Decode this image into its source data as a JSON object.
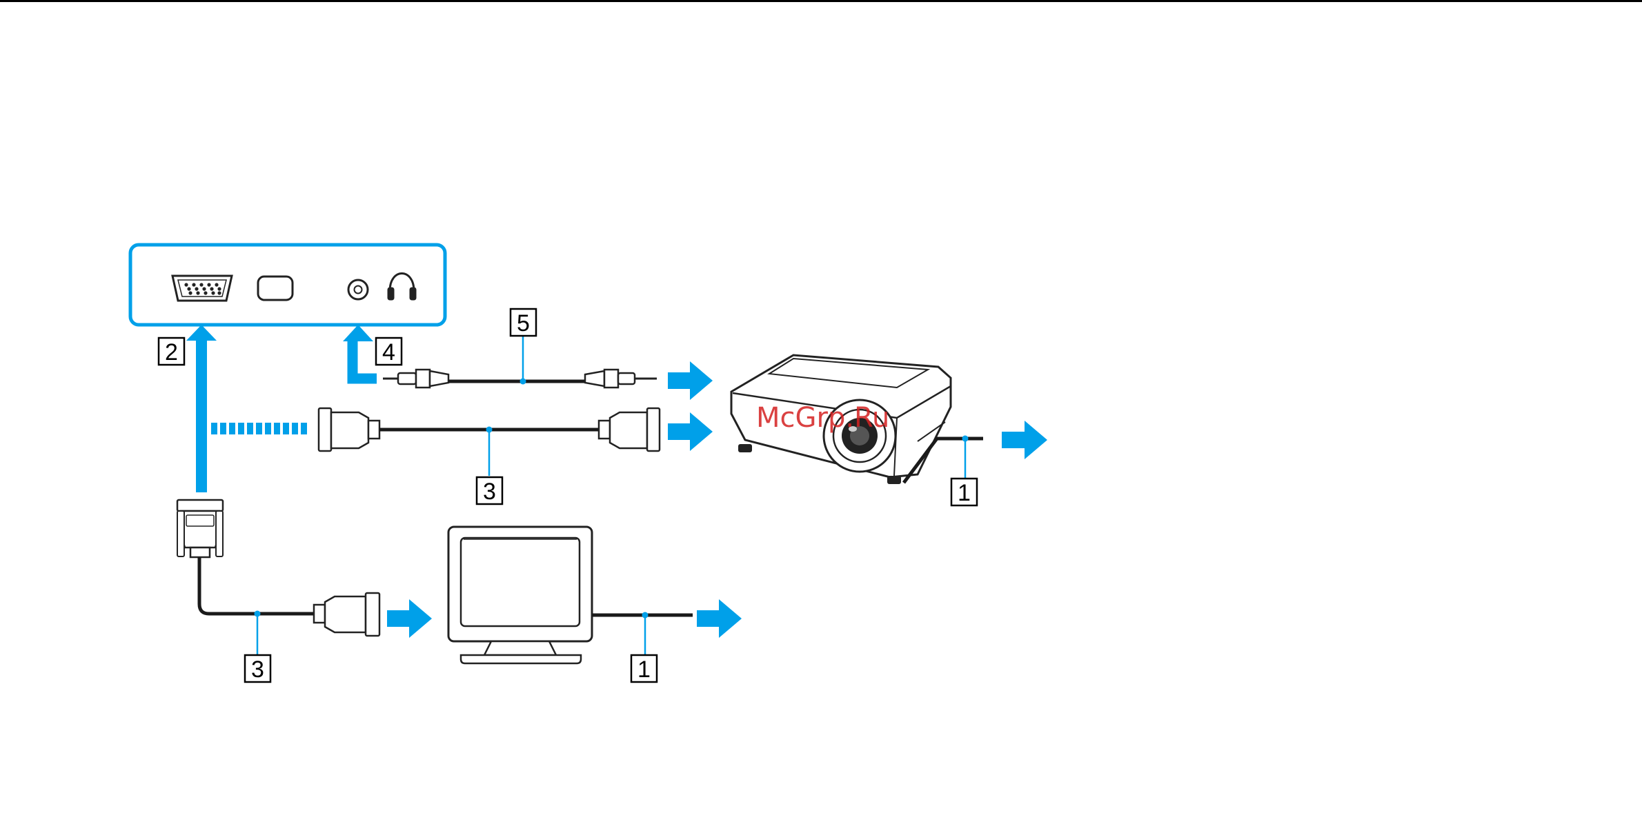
{
  "callouts": {
    "c1_projector": "1",
    "c1_monitor": "1",
    "c2": "2",
    "c3_projector": "3",
    "c3_monitor": "3",
    "c4": "4",
    "c5": "5"
  },
  "watermark": "McGrp.Ru",
  "colors": {
    "accent": "#00a0e9",
    "line": "#1a1a1a",
    "watermark": "#d42020",
    "background": "#ffffff"
  }
}
